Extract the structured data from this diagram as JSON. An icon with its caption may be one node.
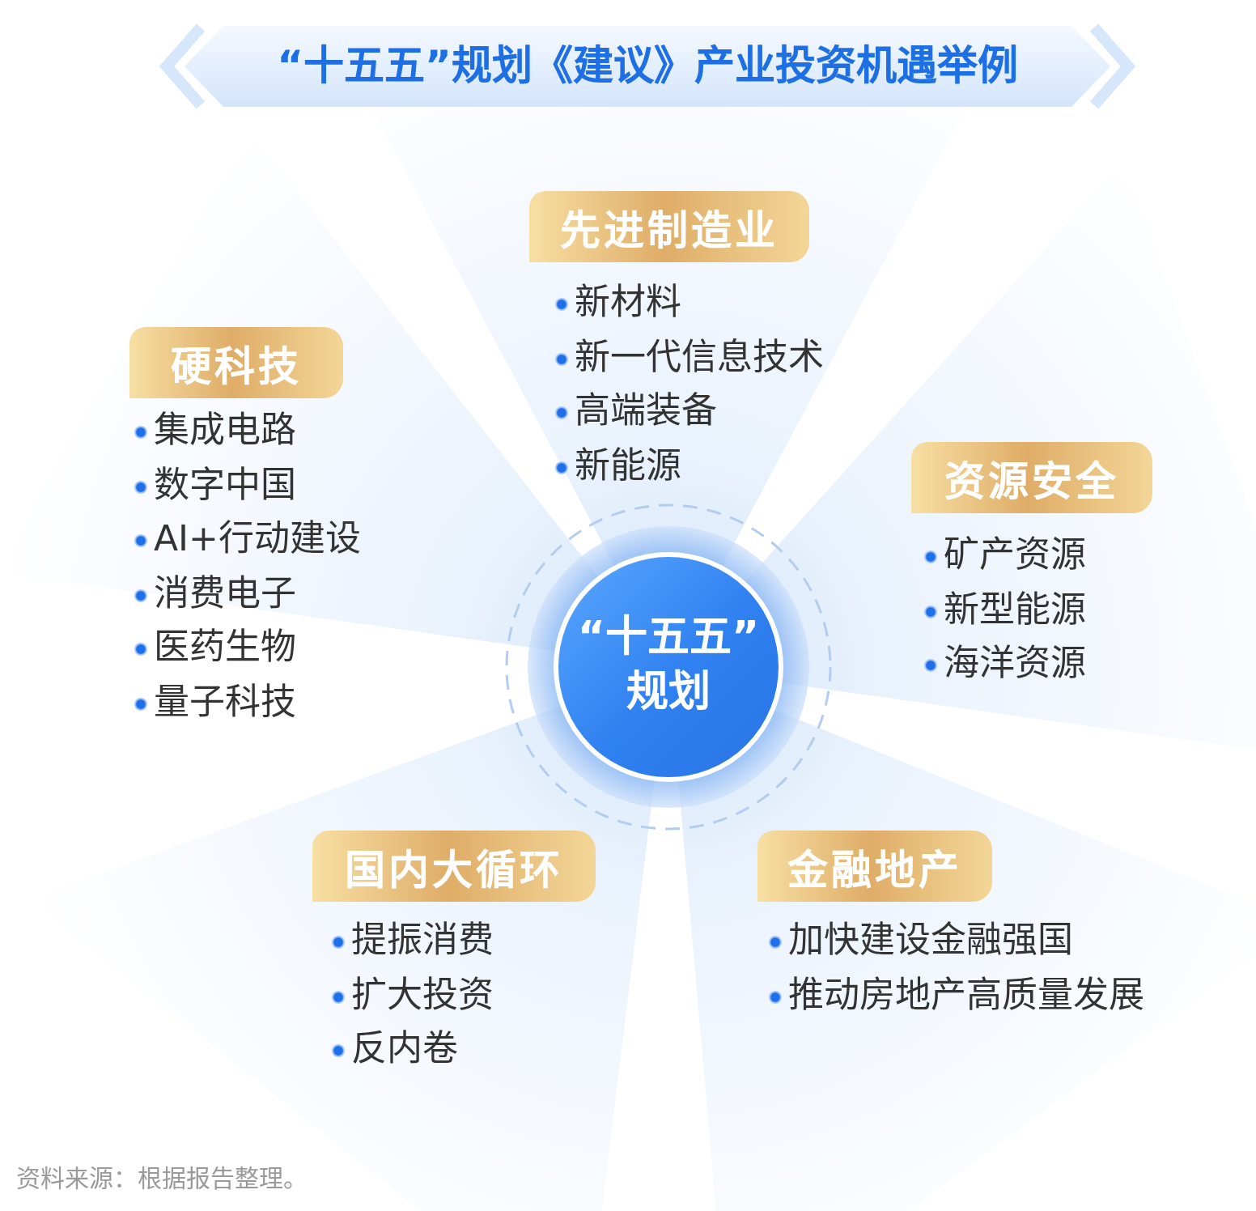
{
  "diagram": {
    "title": "“十五五”规划《建议》产业投资机遇举例",
    "nodes": [
      {
        "text": [
          "先进制造业"
        ],
        "beside": [
          "新材料",
          "新一代信息技术",
          "高端装备",
          "新能源"
        ]
      },
      {
        "text": [
          "硬科技"
        ],
        "beside": [
          "集成电路",
          "数字中国",
          "AI+行动建设",
          "消费电子",
          "医药生物",
          "量子科技"
        ]
      },
      {
        "text": [
          "资源安全"
        ],
        "beside": [
          "矿产资源",
          "新型能源",
          "海洋资源"
        ]
      },
      {
        "text": [
          "“十五五”规划"
        ]
      },
      {
        "text": [
          "国内大循环"
        ],
        "beside": [
          "提振消费",
          "扩大投资",
          "反内卷"
        ]
      },
      {
        "text": [
          "金融地产"
        ],
        "beside": [
          "加快建设金融强国",
          "推动房地产高质量发展"
        ]
      }
    ],
    "labels": [
      "资料来源：根据报告整理。"
    ]
  }
}
